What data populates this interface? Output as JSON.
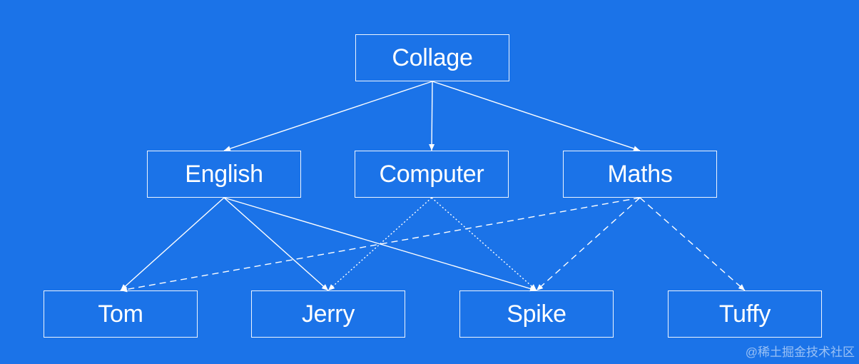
{
  "colors": {
    "background": "#1B73E8",
    "line": "#FFFFFF"
  },
  "nodes": [
    {
      "id": "collage",
      "label": "Collage"
    },
    {
      "id": "english",
      "label": "English"
    },
    {
      "id": "computer",
      "label": "Computer"
    },
    {
      "id": "maths",
      "label": "Maths"
    },
    {
      "id": "tom",
      "label": "Tom"
    },
    {
      "id": "jerry",
      "label": "Jerry"
    },
    {
      "id": "spike",
      "label": "Spike"
    },
    {
      "id": "tuffy",
      "label": "Tuffy"
    }
  ],
  "edges": [
    {
      "from": "collage",
      "to": "english",
      "style": "solid"
    },
    {
      "from": "collage",
      "to": "computer",
      "style": "solid"
    },
    {
      "from": "collage",
      "to": "maths",
      "style": "solid"
    },
    {
      "from": "english",
      "to": "tom",
      "style": "solid"
    },
    {
      "from": "english",
      "to": "jerry",
      "style": "solid"
    },
    {
      "from": "english",
      "to": "spike",
      "style": "solid"
    },
    {
      "from": "computer",
      "to": "jerry",
      "style": "dotted"
    },
    {
      "from": "computer",
      "to": "spike",
      "style": "dotted"
    },
    {
      "from": "maths",
      "to": "tom",
      "style": "dashed"
    },
    {
      "from": "maths",
      "to": "spike",
      "style": "dashed"
    },
    {
      "from": "maths",
      "to": "tuffy",
      "style": "dashed"
    }
  ],
  "watermark": "@稀土掘金技术社区"
}
